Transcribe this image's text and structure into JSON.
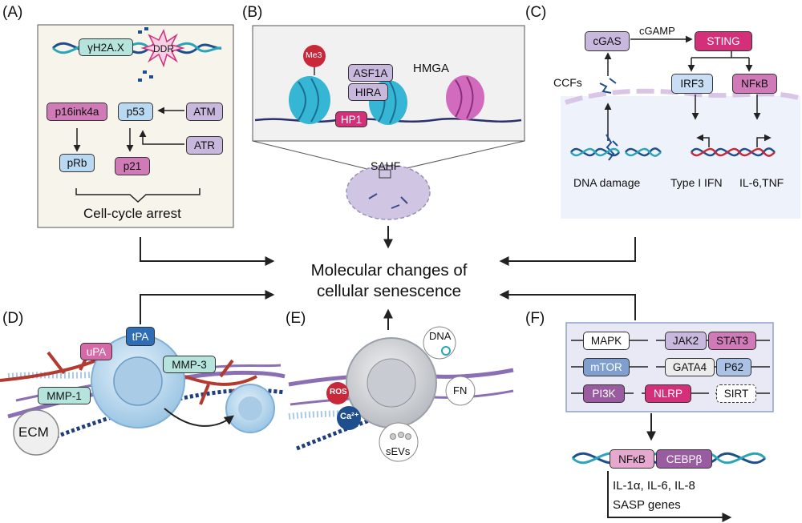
{
  "title": {
    "line1": "Molecular changes of",
    "line2": "cellular senescence"
  },
  "panels": {
    "a": {
      "letter": "(A)",
      "gamma": "γH2A.X",
      "ddr": "DDR",
      "p16": "p16ink4a",
      "p53": "p53",
      "atm": "ATM",
      "atr": "ATR",
      "prb": "pRb",
      "p21": "p21",
      "caption": "Cell-cycle arrest"
    },
    "b": {
      "letter": "(B)",
      "me3": "Me3",
      "asf1a": "ASF1A",
      "hira": "HIRA",
      "hmga": "HMGA",
      "hp1": "HP1",
      "sahf": "SAHF"
    },
    "c": {
      "letter": "(C)",
      "cgas": "cGAS",
      "cgamp": "cGAMP",
      "sting": "STING",
      "irf3": "IRF3",
      "nfkb": "NFκB",
      "ccfs": "CCFs",
      "dna_damage": "DNA damage",
      "ifn": "Type I IFN",
      "il6": "IL-6,TNF"
    },
    "d": {
      "letter": "(D)",
      "upa": "uPA",
      "tpa": "tPA",
      "mmp3": "MMP-3",
      "mmp1": "MMP-1",
      "ecm": "ECM"
    },
    "e": {
      "letter": "(E)",
      "dna": "DNA",
      "ros": "ROS",
      "ca": "Ca²⁺",
      "fn": "FN",
      "sevs": "sEVs"
    },
    "f": {
      "letter": "(F)",
      "mapk": "MAPK",
      "jak2": "JAK2",
      "stat3": "STAT3",
      "mtor": "mTOR",
      "gata4": "GATA4",
      "p62": "P62",
      "pi3k": "PI3K",
      "nlrp": "NLRP",
      "sirt": "SIRT",
      "nfkb": "NFκB",
      "cebpb": "CEBPβ",
      "ils": "IL-1α, IL-6, IL-8",
      "sasp": "SASP genes"
    }
  },
  "colors": {
    "panel_bg": "#f7f4ec",
    "panel_c_bg": "#eef3fb",
    "panel_f_bg": "#e9e9f6",
    "dna_blue": "#1f4e8c",
    "dna_teal": "#2aa5b8",
    "cell": "#bcd9ee",
    "vessel": "#b23a2e",
    "fiber": "#8a6fb5"
  }
}
